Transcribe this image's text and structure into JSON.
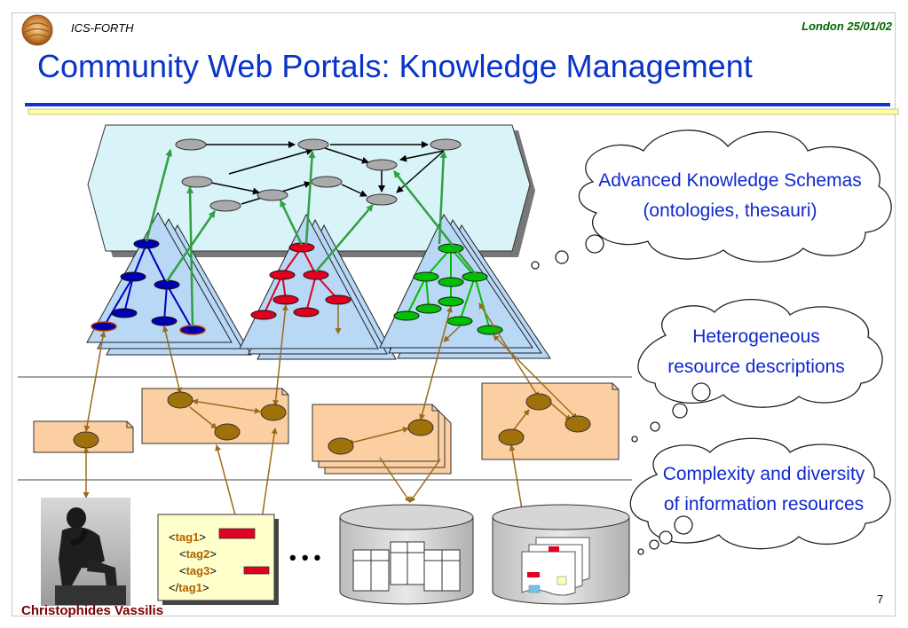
{
  "header": {
    "org_name": "ICS-FORTH",
    "date_label": "London 25/01/02",
    "slide_title": "Community Web Portals: Knowledge Management"
  },
  "callouts": {
    "schemas": {
      "line1": "Advanced Knowledge Schemas",
      "line2": "(ontologies, thesauri)"
    },
    "descriptions": {
      "line1": "Heterogeneous",
      "line2": "resource descriptions"
    },
    "resources": {
      "line1": "Complexity and diversity",
      "line2": "of information resources"
    }
  },
  "xml_example": {
    "lines": [
      {
        "open": "<",
        "tag": "tag1",
        "close": ">"
      },
      {
        "open": "<",
        "tag": "tag2",
        "close": ">"
      },
      {
        "open": "<",
        "tag": "tag3",
        "close": ">"
      },
      {
        "open": "</",
        "tag": "tag1",
        "close": ">"
      }
    ]
  },
  "ellipsis": "• • •",
  "footer": {
    "author": "Christophides Vassilis",
    "page_number": "7"
  },
  "colors": {
    "title": "#0a34c8",
    "schema_box": "#d8f4f8",
    "triangle": "#b8d8f6",
    "description_doc": "#fbcfa2",
    "resource_node": "#a0700a",
    "blue_hierarchy": "#0000c0",
    "red_hierarchy": "#e00020",
    "green_hierarchy": "#00c000",
    "link_green": "#30a040",
    "link_brown": "#9a6a1a"
  }
}
